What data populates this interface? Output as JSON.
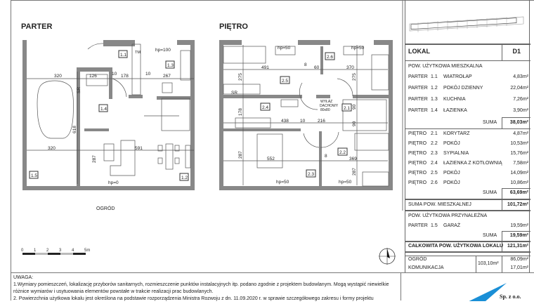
{
  "plans": {
    "ground": {
      "title": "PARTER",
      "rooms": [
        "1.1",
        "1.2",
        "1.3",
        "1.4",
        "1.5"
      ],
      "dims": [
        "320",
        "126",
        "10",
        "178",
        "10",
        "267",
        "618",
        "320",
        "591",
        "287"
      ],
      "labels": {
        "tm": "TM",
        "sr": "SR",
        "hp100": "hp=100",
        "hp0": "hp=0"
      }
    },
    "upper": {
      "title": "PIĘTRO",
      "rooms": [
        "2.1",
        "2.2",
        "2.3",
        "2.4",
        "2.5",
        "2.6"
      ],
      "dims": [
        "491",
        "8",
        "60",
        "370",
        "275",
        "275",
        "178",
        "438",
        "10",
        "216",
        "90",
        "90",
        "287",
        "552",
        "8",
        "369",
        "287"
      ],
      "labels": {
        "sr": "SR",
        "hatch1": "WYŁAZ",
        "hatch2": "DACHOWY",
        "hatch3": "80x80",
        "hp50": "hp=50"
      }
    },
    "garden_label": "OGRÓD",
    "scale": [
      "0",
      "1",
      "2",
      "3",
      "4",
      "5m"
    ]
  },
  "table": {
    "header": {
      "lokal": "LOKAL",
      "unit": "D1"
    },
    "section_living": "POW. UŻYTKOWA MIESZKALNA",
    "rooms": [
      {
        "floor": "PARTER",
        "no": "1.1",
        "name": "WIATROŁAP",
        "area": "4,83m²"
      },
      {
        "floor": "PARTER",
        "no": "1.2",
        "name": "POKÓJ DZIENNY",
        "area": "22,04m²"
      },
      {
        "floor": "PARTER",
        "no": "1.3",
        "name": "KUCHNIA",
        "area": "7,26m²"
      },
      {
        "floor": "PARTER",
        "no": "1.4",
        "name": "ŁAZIENKA",
        "area": "3,90m²"
      },
      {
        "floor": "PIĘTRO",
        "no": "2.1",
        "name": "KORYTARZ",
        "area": "4,87m²"
      },
      {
        "floor": "PIĘTRO",
        "no": "2.2",
        "name": "POKÓJ",
        "area": "10,53m²"
      },
      {
        "floor": "PIĘTRO",
        "no": "2.3",
        "name": "SYPIALNIA",
        "area": "15,76m²"
      },
      {
        "floor": "PIĘTRO",
        "no": "2.4",
        "name": "ŁAZIENKA Z KOTŁOWNIĄ",
        "area": "7,58m²"
      },
      {
        "floor": "PIĘTRO",
        "no": "2.5",
        "name": "POKÓJ",
        "area": "14,09m²"
      },
      {
        "floor": "PIĘTRO",
        "no": "2.6",
        "name": "POKÓJ",
        "area": "10,86m²"
      }
    ],
    "suma_label": "SUMA",
    "suma_parter": "38,03m²",
    "suma_pietro": "63,69m²",
    "suma_mieszkalnej_label": "SUMA POW. MIESZKALNEJ",
    "suma_mieszkalnej": "101,72m²",
    "section_aux": "POW. UŻYTKOWA PRZYNALEŻNA",
    "garage": {
      "floor": "PARTER",
      "no": "1.5",
      "name": "GARAŻ",
      "area": "19,59m²"
    },
    "suma_aux": "19,59m²",
    "total_label": "CAŁKOWITA POW. UŻYTKOWA LOKALU",
    "total": "121,31m²",
    "garden_label": "OGRÓD",
    "garden": "86,09m²",
    "comm_label": "KOMUNIKACJA",
    "comm": "17,01m²",
    "outdoor_total": "103,10m²"
  },
  "notes": {
    "heading": "UWAGA:",
    "n1a": "1.Wymiary pomieszczeń, lokalizację przyborów sanitarnych, rozmieszczenie punktów instalacyjnych itp. podano zgodnie z projektem budowlanym. Mogą wystąpić niewielkie",
    "n1b": "różnice wymiarów i usytuowania elementów powstałe w trakcie realizacji prac budowlanych.",
    "n2": "2. Powierzchnia użytkowa lokalu jest określona na podstawie rozporządzenia Ministra Rozwoju z dn. 11.09.2020 r. w sprawie szczegółowego zakresu i formy projektu"
  },
  "logo": {
    "text": "Sp. z o.o.",
    "color": "#1a8fd6"
  }
}
